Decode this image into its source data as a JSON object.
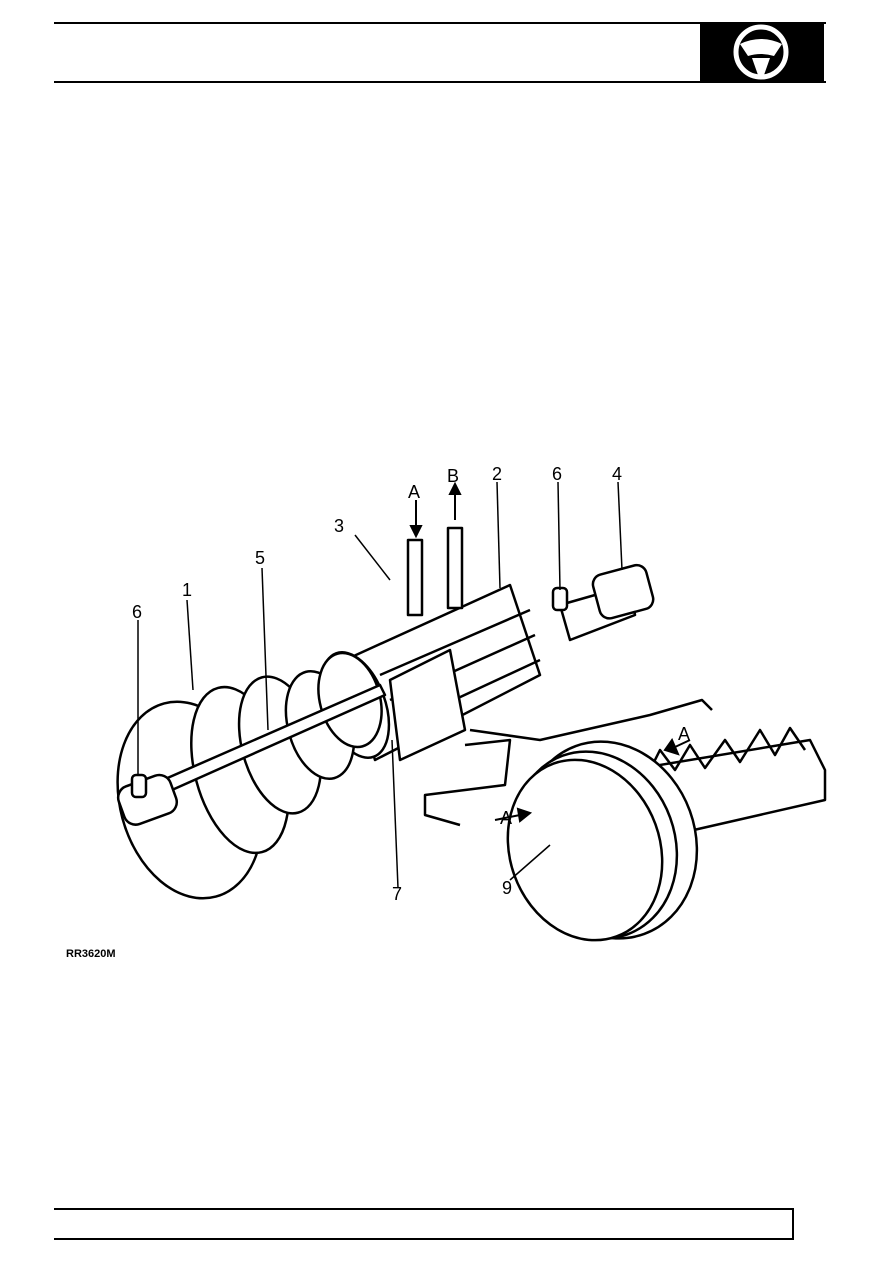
{
  "header": {
    "logo_icon": "steering-wheel-icon"
  },
  "figure": {
    "reference": "RR3620M",
    "callouts": {
      "c1": "1",
      "c2": "2",
      "c3": "3",
      "c4": "4",
      "c5": "5",
      "c6a": "6",
      "c6b": "6",
      "c7": "7",
      "c9": "9",
      "flowA1": "A",
      "flowB": "B",
      "flowA2": "A",
      "flowA3": "A"
    }
  },
  "colors": {
    "ink": "#000000",
    "paper": "#ffffff"
  }
}
